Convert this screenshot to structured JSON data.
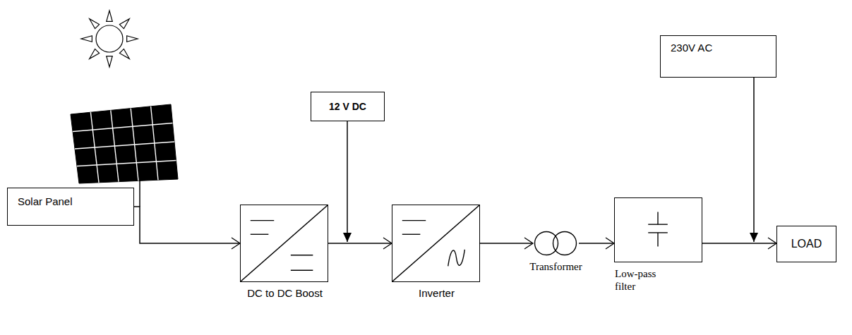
{
  "diagram": {
    "nodes": [
      {
        "text": [
          "Solar Panel"
        ]
      },
      {
        "text": [
          "DC to DC Boost"
        ]
      },
      {
        "text": [
          "12 V DC"
        ]
      },
      {
        "text": [
          "Inverter"
        ]
      },
      {
        "text": [
          "Transformer"
        ]
      },
      {
        "text": [
          "Low-pass filter"
        ]
      },
      {
        "text": [
          "230V AC"
        ]
      },
      {
        "text": [
          "LOAD"
        ]
      }
    ],
    "edges": [
      {
        "from": 0,
        "to": 1,
        "arrow": "to"
      },
      {
        "from": 1,
        "to": 3,
        "arrow": "to"
      },
      {
        "from": 3,
        "to": 4,
        "arrow": "to"
      },
      {
        "from": 4,
        "to": 5,
        "arrow": "to"
      },
      {
        "from": 5,
        "to": 7,
        "arrow": "to"
      }
    ]
  }
}
